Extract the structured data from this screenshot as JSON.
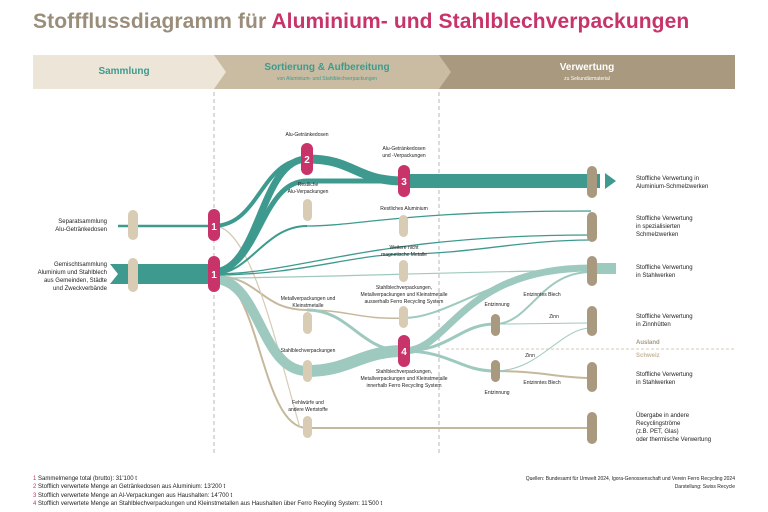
{
  "title": {
    "part1": "Stoffflussdiagramm für",
    "part2": "Aluminium- und Stahlblechverpackungen"
  },
  "columns": [
    {
      "title": "Sammlung",
      "subtitle": ""
    },
    {
      "title": "Sortierung & Aufbereitung",
      "subtitle": "von Aluminium- und Stahlblechverpackungen"
    },
    {
      "title": "Verwertung",
      "subtitle": "zu Sekundärmaterial"
    }
  ],
  "sources": [
    {
      "label_lines": [
        "Separatsammlung",
        "Alu-Getränkedosen"
      ]
    },
    {
      "label_lines": [
        "Gemischtsammlung",
        "Aluminium und Stahlblech",
        "aus Gemeinden, Städte",
        "und Zweckverbände"
      ]
    }
  ],
  "markers": [
    "1",
    "1",
    "2",
    "3",
    "4"
  ],
  "flow_labels": {
    "alu_getraenkedosen": "Alu-Getränkedosen",
    "restliche_alu_verpackungen": [
      "Restliche",
      "Alu-Verpackungen"
    ],
    "alu_getraenkedosen_verpackungen": [
      "Alu-Getränkedosen",
      "und -Verpackungen"
    ],
    "restliches_aluminium": "Restliches Aluminium",
    "weitere_nicht_magnetische": [
      "Weitere nicht",
      "magnetische Metalle"
    ],
    "metallverpackungen_kleinstmetalle": [
      "Metallverpackungen und",
      "Kleinstmetalle"
    ],
    "stahlblech_ausserhalb": [
      "Stahlblechverpackungen,",
      "Metallverpackungen und Kleinstmetalle",
      "ausserhalb Ferro Recycling System"
    ],
    "stahlblechverpackungen": "Stahlblechverpackungen",
    "stahlblech_innerhalb": [
      "Stahlblechverpackungen,",
      "Metallverpackungen und Kleinstmetalle",
      "innerhalb Ferro Recycling System"
    ],
    "fehlwuerfe": [
      "Fehlwürfe und",
      "andere Wertstoffe"
    ],
    "entzinnung_1": "Entzinnung",
    "entzinnung_2": "Entzinnung",
    "entzinntes_blech_1": "Entzinntes Blech",
    "entzinntes_blech_2": "Entzinntes Blech",
    "zinn_1": "Zinn",
    "zinn_2": "Zinn"
  },
  "regions": {
    "ausland": "Ausland",
    "schweiz": "Schweiz"
  },
  "destinations": [
    [
      "Stoffliche Verwertung in",
      "Aluminium-Schmelzwerken"
    ],
    [
      "Stoffliche Verwertung",
      "in spezialisierten",
      "Schmelzwerken"
    ],
    [
      "Stoffliche Verwertung",
      "in Stahlwerken"
    ],
    [
      "Stoffliche Verwertung",
      "in Zinnhütten"
    ],
    [
      "Stoffliche Verwertung",
      "in Stahlwerken"
    ],
    [
      "Übergabe in andere",
      "Recyclingströme",
      "(z.B. PET, Glas)",
      "oder thermische Verwertung"
    ]
  ],
  "footnotes": [
    {
      "num": "1",
      "text": "Sammelmenge total (brutto): 31'100 t"
    },
    {
      "num": "2",
      "text": "Stofflich verwertete Menge an Getränkedosen aus Aluminium: 13'200 t"
    },
    {
      "num": "3",
      "text": "Stofflich verwertete Menge an Al-Verpackungen aus Haushalten: 14'700 t"
    },
    {
      "num": "4",
      "text": "Stofflich verwertete Menge an Stahlblechverpackungen und Kleinstmetallen aus Haushalten über Ferro Recyling System: 11'500 t"
    }
  ],
  "sources_note": [
    "Quellen: Bundesamt für Umwelt 2024, Igora-Genossenschaft und Verein Ferro Recycling 2024",
    "Darstellung: Swiss Recycle"
  ],
  "colors": {
    "alu": "#3e9a8e",
    "steel": "#9ec9bf",
    "other": "#c6b89c",
    "node": "#d8ccb4",
    "accent": "#c8336a",
    "header1": "#ece5d8",
    "header3": "#a8997f"
  }
}
